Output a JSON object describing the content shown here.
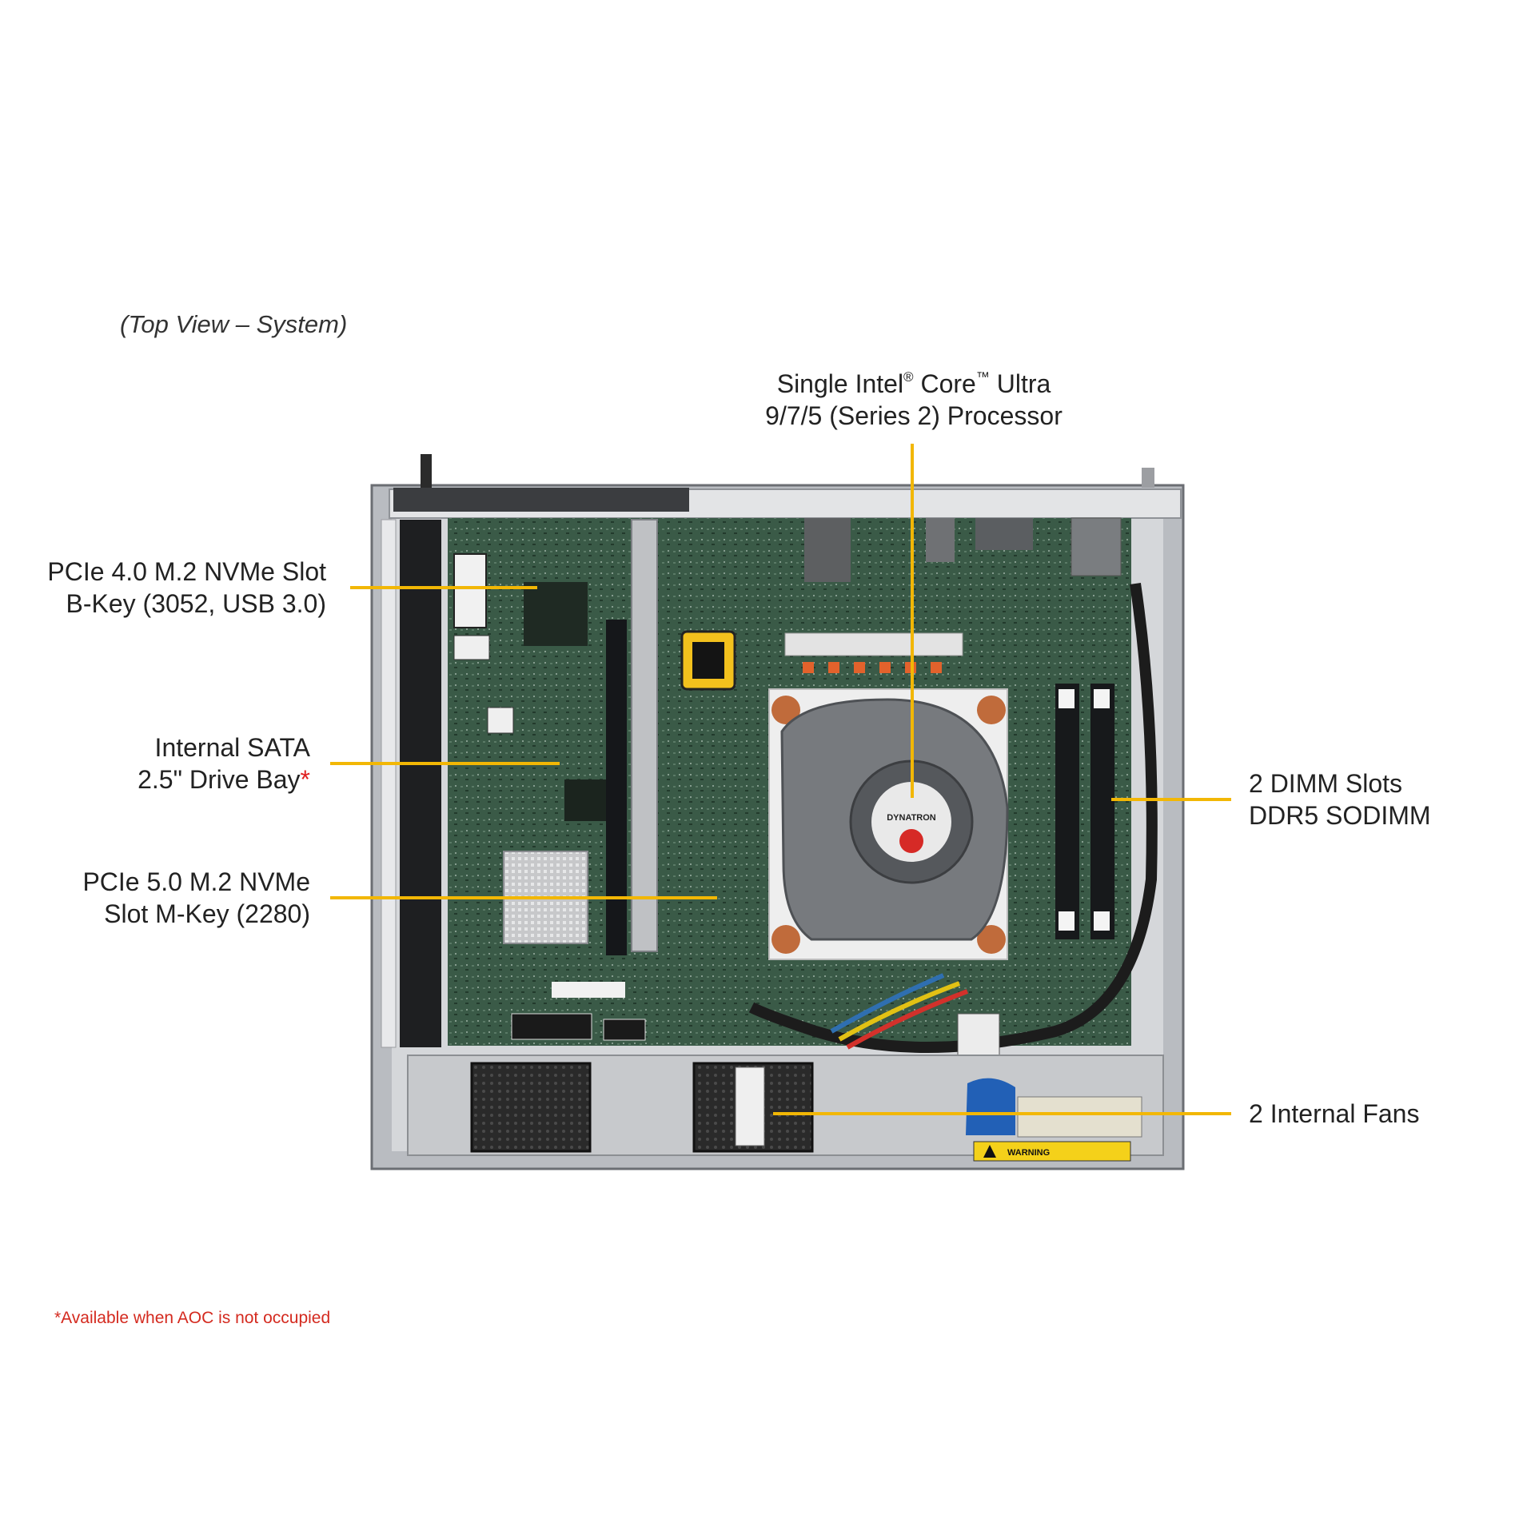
{
  "view_title": "(Top View – System)",
  "callouts": {
    "processor": {
      "line1_pre": "Single Intel",
      "line1_reg": "®",
      "line1_mid": " Core",
      "line1_tm": "™",
      "line1_post": " Ultra",
      "line2": "9/7/5 (Series 2) Processor"
    },
    "m2_b_key": {
      "line1": "PCIe 4.0 M.2 NVMe Slot",
      "line2": "B-Key (3052, USB 3.0)"
    },
    "sata_bay": {
      "line1": "Internal SATA",
      "line2": "2.5\" Drive Bay",
      "asterisk": "*"
    },
    "m2_m_key": {
      "line1": "PCIe 5.0 M.2 NVMe",
      "line2": "Slot M-Key (2280)"
    },
    "dimm": {
      "line1": "2 DIMM Slots",
      "line2": "DDR5 SODIMM"
    },
    "fans": {
      "line1": "2 Internal Fans"
    }
  },
  "footnote": "*Available when AOC is not occupied",
  "product_labels": {
    "heatsink_brand": "DYNATRON",
    "warning": "WARNING"
  },
  "colors": {
    "leader_line": "#f2b705",
    "chassis": "#c9cbcf",
    "pcb": "#3c5a48",
    "heatsink": "#6f7276",
    "footnote": "#d42a1f"
  }
}
